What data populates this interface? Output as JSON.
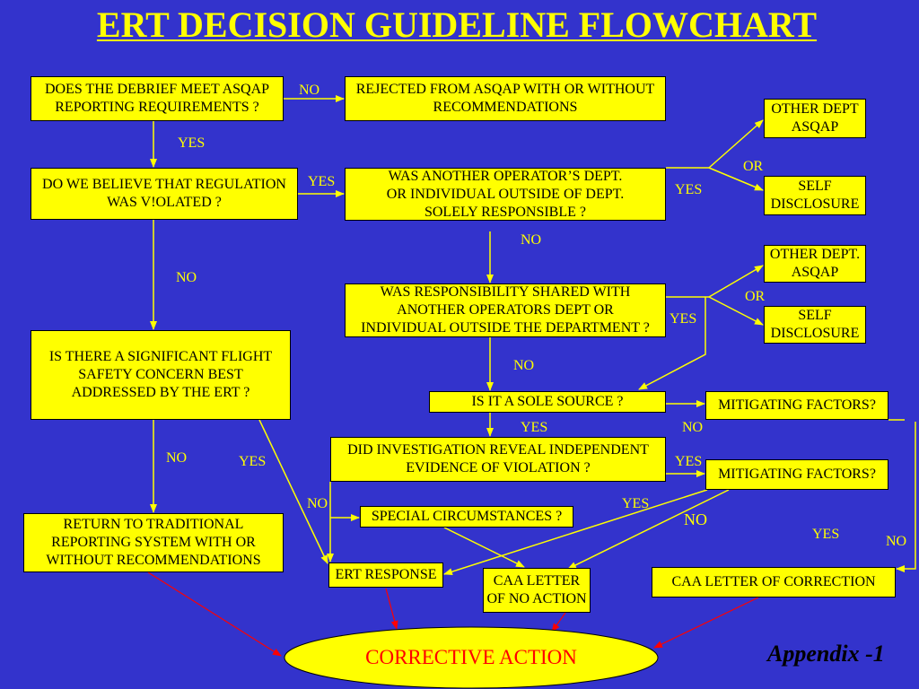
{
  "title": "ERT DECISION GUIDELINE FLOWCHART",
  "boxes": {
    "debrief": "DOES THE DEBRIEF MEET ASQAP\nREPORTING REQUIREMENTS ?",
    "rejected": "REJECTED FROM ASQAP WITH OR WITHOUT\nRECOMMENDATIONS",
    "other_dept_1": "OTHER DEPT\nASQAP",
    "self_disclosure_1": "SELF\nDISCLOSURE",
    "regulation": "DO WE BELIEVE THAT REGULATION\nWAS V!OLATED ?",
    "another_operator": "WAS ANOTHER OPERATOR’S DEPT.\nOR INDIVIDUAL OUTSIDE OF DEPT.\nSOLELY RESPONSIBLE ?",
    "other_dept_2": "OTHER DEPT.\nASQAP",
    "self_disclosure_2": "SELF\nDISCLOSURE",
    "shared": "WAS RESPONSIBILITY SHARED WITH\nANOTHER OPERATORS DEPT OR\nINDIVIDUAL OUTSIDE THE DEPARTMENT ?",
    "flight_safety": "IS THERE A SIGNIFICANT FLIGHT\nSAFETY CONCERN BEST\nADDRESSED BY THE ERT ?",
    "sole_source": "IS IT A SOLE SOURCE ?",
    "mitigating_1": "MITIGATING FACTORS?",
    "independent_evidence": "DID INVESTIGATION REVEAL INDEPENDENT\nEVIDENCE OF VIOLATION ?",
    "mitigating_2": "MITIGATING FACTORS?",
    "special_circumstances": "SPECIAL CIRCUMSTANCES ?",
    "return_traditional": "RETURN TO TRADITIONAL\nREPORTING SYSTEM WITH OR\nWITHOUT RECOMMENDATIONS",
    "ert_response": "ERT RESPONSE",
    "no_action": "CAA LETTER\nOF NO ACTION",
    "correction": "CAA LETTER OF CORRECTION"
  },
  "terminal": "CORRECTIVE ACTION",
  "connector_labels": [
    "NO",
    "YES",
    "YES",
    "YES",
    "OR",
    "NO",
    "NO",
    "OR",
    "YES",
    "NO",
    "YES",
    "NO",
    "NO",
    "YES",
    "YES",
    "NO",
    "YES",
    "NO",
    "YES",
    "NO"
  ],
  "footer": "Appendix -1",
  "colors": {
    "background": "#3333cc",
    "box_fill": "#ffff00",
    "box_text": "#000000",
    "connector": "#ffff00",
    "label_text": "#ffff00",
    "title_text": "#ffff00",
    "terminal_text": "#ff0000",
    "flow_to_outcome": "#ff0000",
    "footer_text": "#000000"
  }
}
